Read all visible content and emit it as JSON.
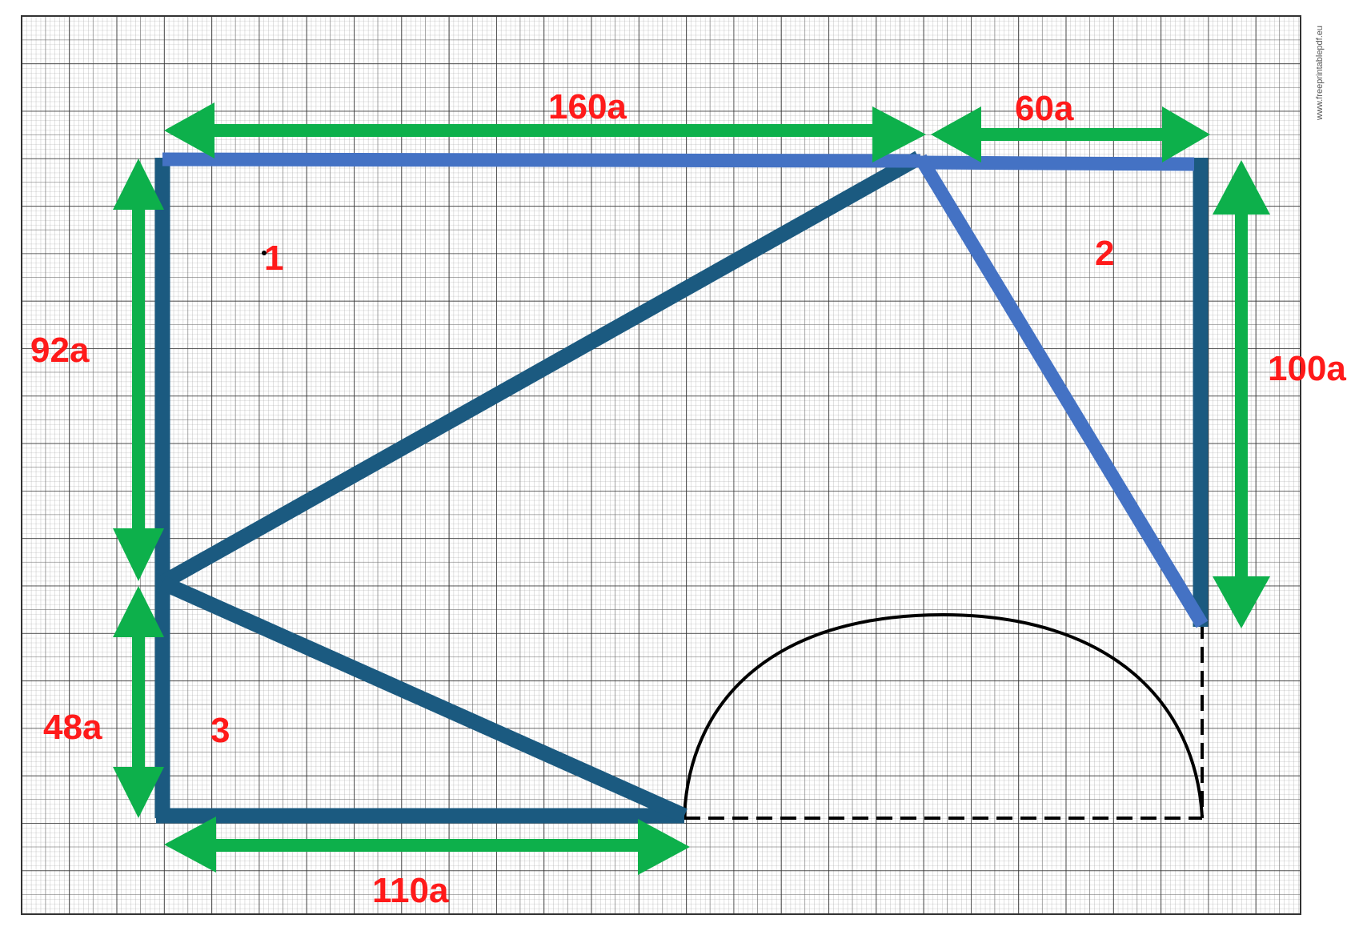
{
  "watermark": "www.freeprintablepdf.eu",
  "dimensions": {
    "top_left": "160a",
    "top_right": "60a",
    "left_upper": "92a",
    "left_lower": "48a",
    "right": "100a",
    "bottom": "110a"
  },
  "regions": {
    "r1": "1",
    "r2": "2",
    "r3": "3"
  },
  "colors": {
    "dark_blue": "#1b5a80",
    "light_blue": "#4472c4",
    "green": "#0db04b",
    "label_red": "#ff1a1a",
    "grid_major": "#444444",
    "grid_minor": "#9a9a9a"
  }
}
